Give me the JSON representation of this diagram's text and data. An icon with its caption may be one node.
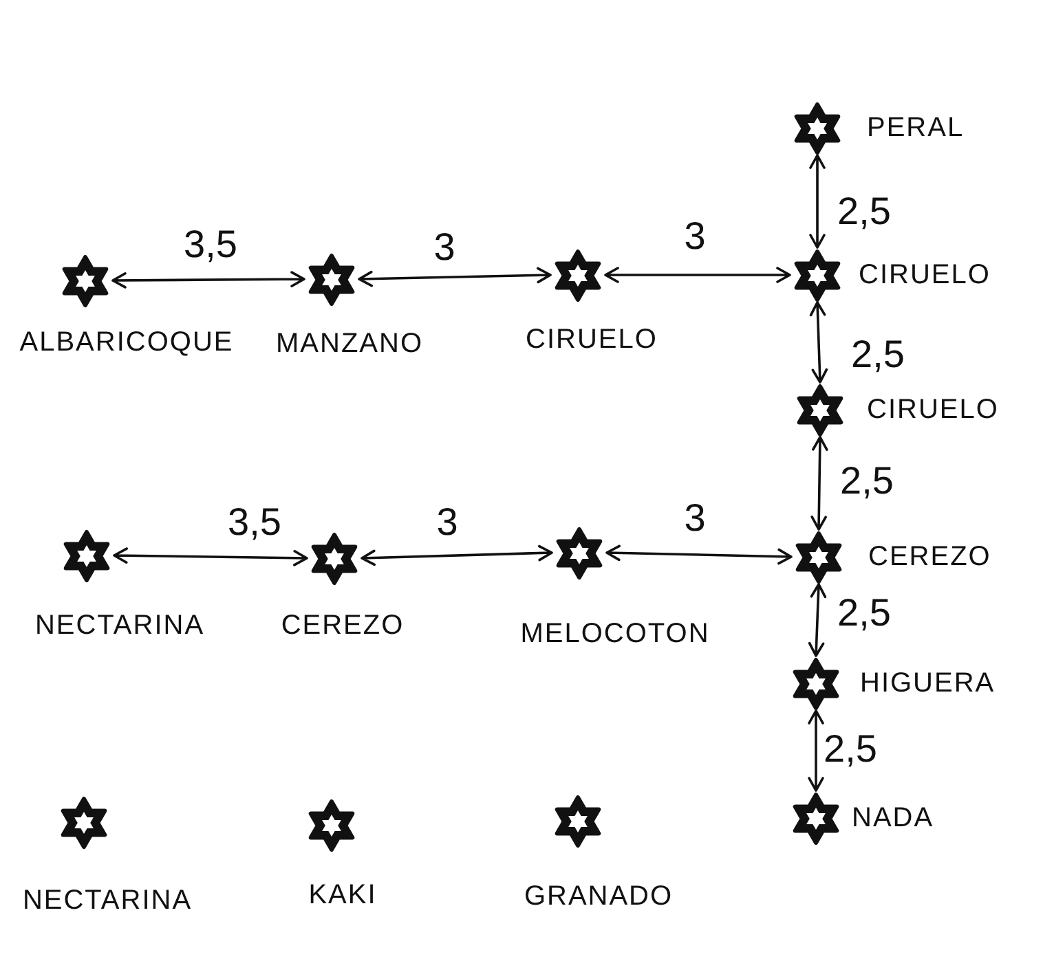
{
  "diagram": {
    "nodes": [
      {
        "text": [
          "PERAL"
        ]
      },
      {
        "text": [
          "ALBARICOQUE"
        ]
      },
      {
        "text": [
          "MANZANO"
        ]
      },
      {
        "text": [
          "CIRUELO"
        ]
      },
      {
        "text": [
          "CIRUELO"
        ]
      },
      {
        "text": [
          "CIRUELO"
        ]
      },
      {
        "text": [
          "NECTARINA"
        ]
      },
      {
        "text": [
          "CEREZO"
        ]
      },
      {
        "text": [
          "MELOCOTON"
        ]
      },
      {
        "text": [
          "CEREZO"
        ]
      },
      {
        "text": [
          "HIGUERA"
        ]
      },
      {
        "text": [
          "NADA"
        ]
      },
      {
        "text": [
          "NECTARINA"
        ]
      },
      {
        "text": [
          "KAKI"
        ]
      },
      {
        "text": [
          "GRANADO"
        ]
      }
    ],
    "edges": [
      {
        "from": 0,
        "to": 4,
        "arrow": "both",
        "label": "2,5"
      },
      {
        "from": 1,
        "to": 2,
        "arrow": "both",
        "label": "3,5"
      },
      {
        "from": 2,
        "to": 3,
        "arrow": "both",
        "label": "3"
      },
      {
        "from": 3,
        "to": 4,
        "arrow": "both",
        "label": "3"
      },
      {
        "from": 4,
        "to": 5,
        "arrow": "both",
        "label": "2,5"
      },
      {
        "from": 5,
        "to": 9,
        "arrow": "both",
        "label": "2,5"
      },
      {
        "from": 6,
        "to": 7,
        "arrow": "both",
        "label": "3,5"
      },
      {
        "from": 7,
        "to": 8,
        "arrow": "both",
        "label": "3"
      },
      {
        "from": 8,
        "to": 9,
        "arrow": "both",
        "label": "3"
      },
      {
        "from": 9,
        "to": 10,
        "arrow": "both",
        "label": "2,5"
      },
      {
        "from": 10,
        "to": 11,
        "arrow": "both",
        "label": "2,5"
      }
    ]
  }
}
